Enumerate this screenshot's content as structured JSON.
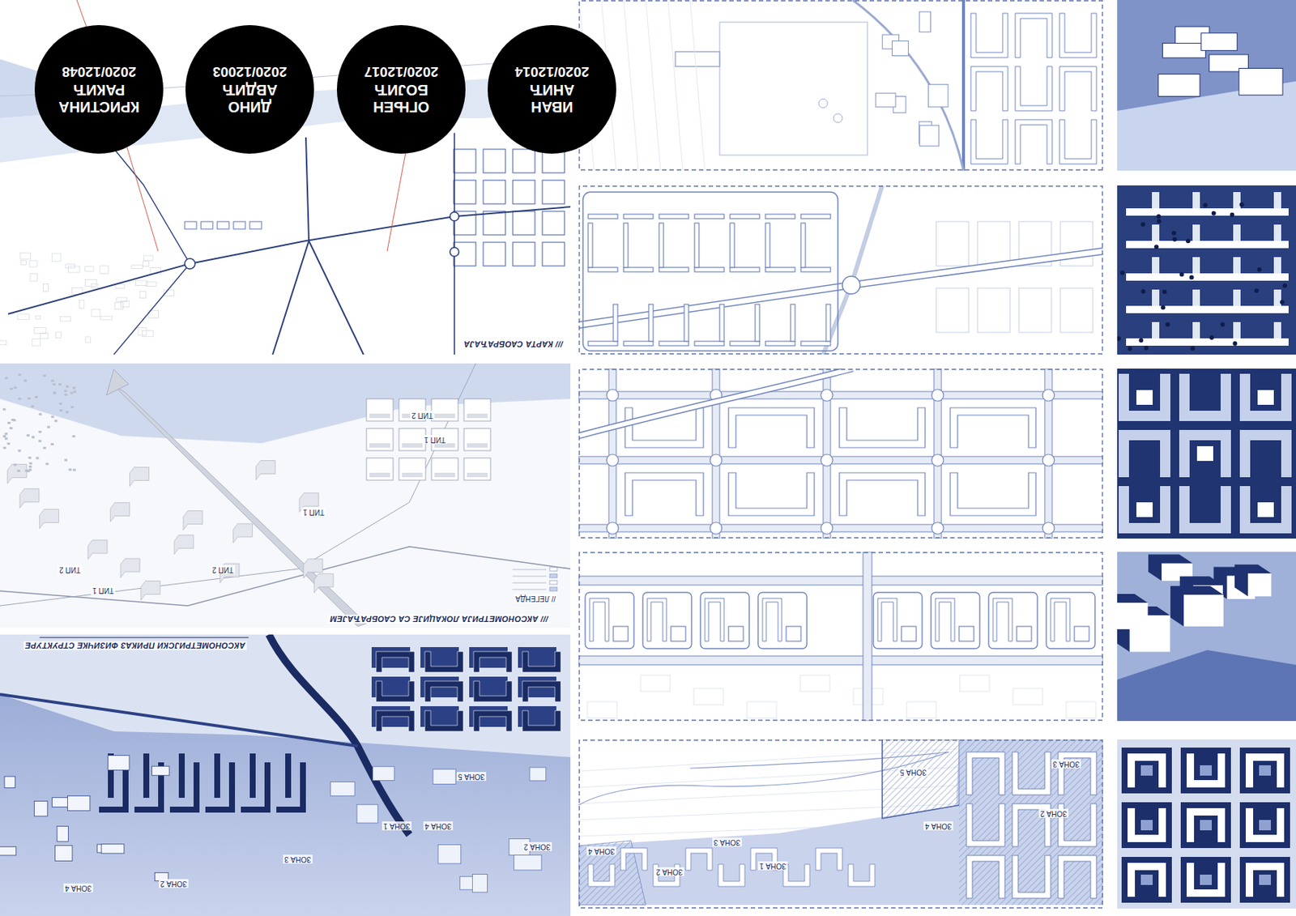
{
  "diagram": {
    "nodes": [
      {
        "text": [
          "ИВАН АНИЋ",
          "2020/12014"
        ]
      },
      {
        "text": [
          "ОГЊЕН БОЈИЋ",
          "2020/12017"
        ]
      },
      {
        "text": [
          "ДИНО АВДИЋ",
          "2020/12003"
        ]
      },
      {
        "text": [
          "КРИСТИНА РАКИЋ",
          "2020/12048"
        ]
      }
    ],
    "labels": [
      "/// КАРТА САОБРАЋАЈА",
      "/// АКСОНОМЕТРИЈА ЛОКАЦИЈЕ СА САОБРАЋАЈЕМ",
      "АКСОНОМЕТРИЈСКИ ПРИКАЗ ФИЗИЧКЕ СТРУКТУРЕ",
      "// ЛЕГЕНДА",
      "ТИП 2",
      "ТИП 1",
      "ТИП 1",
      "ТИП 2",
      "ТИП 2",
      "ТИП 1",
      "ЗОНА 5",
      "ЗОНА 3",
      "ЗОНА 4",
      "ЗОНА 2",
      "ЗОНА 3",
      "ЗОНА 1",
      "ЗОНА 2",
      "ЗОНА 4",
      "ЗОНА 2",
      "ЗОНА 4",
      "ЗОНА 1",
      "ЗОНА 3",
      "ЗОНА 2",
      "ЗОНА 5",
      "ЗОНА 4"
    ]
  }
}
